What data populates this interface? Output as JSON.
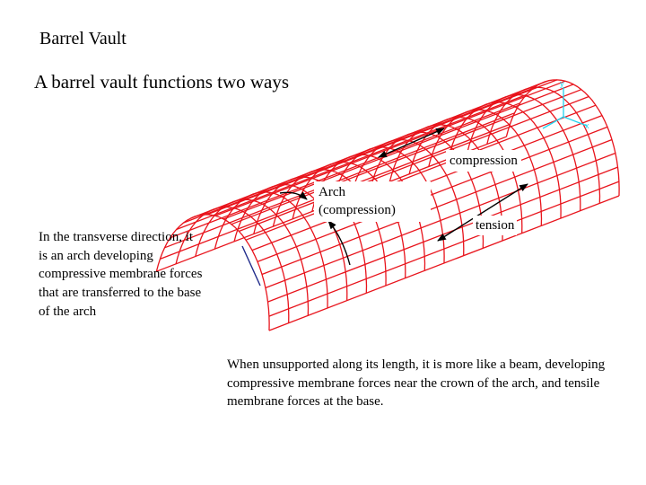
{
  "title": "Barrel Vault",
  "subtitle": "A barrel vault functions two ways",
  "labels": {
    "compression": "compression",
    "arch_line1": "Arch",
    "arch_line2": "(compression)",
    "tension": "tension"
  },
  "paragraph_left": "In the transverse direction, it is an arch developing compressive membrane forces that are transferred to the base of the arch",
  "paragraph_bottom": "When unsupported along its length, it is more like a beam, developing compressive membrane forces near the crown of the arch, and tensile membrane forces at the base.",
  "axes": {
    "y": "y",
    "x": "x"
  },
  "colors": {
    "mesh": "#e8141c",
    "axis": "#22d3ee",
    "edge": "#1f2a8a",
    "arrow": "#000000"
  }
}
